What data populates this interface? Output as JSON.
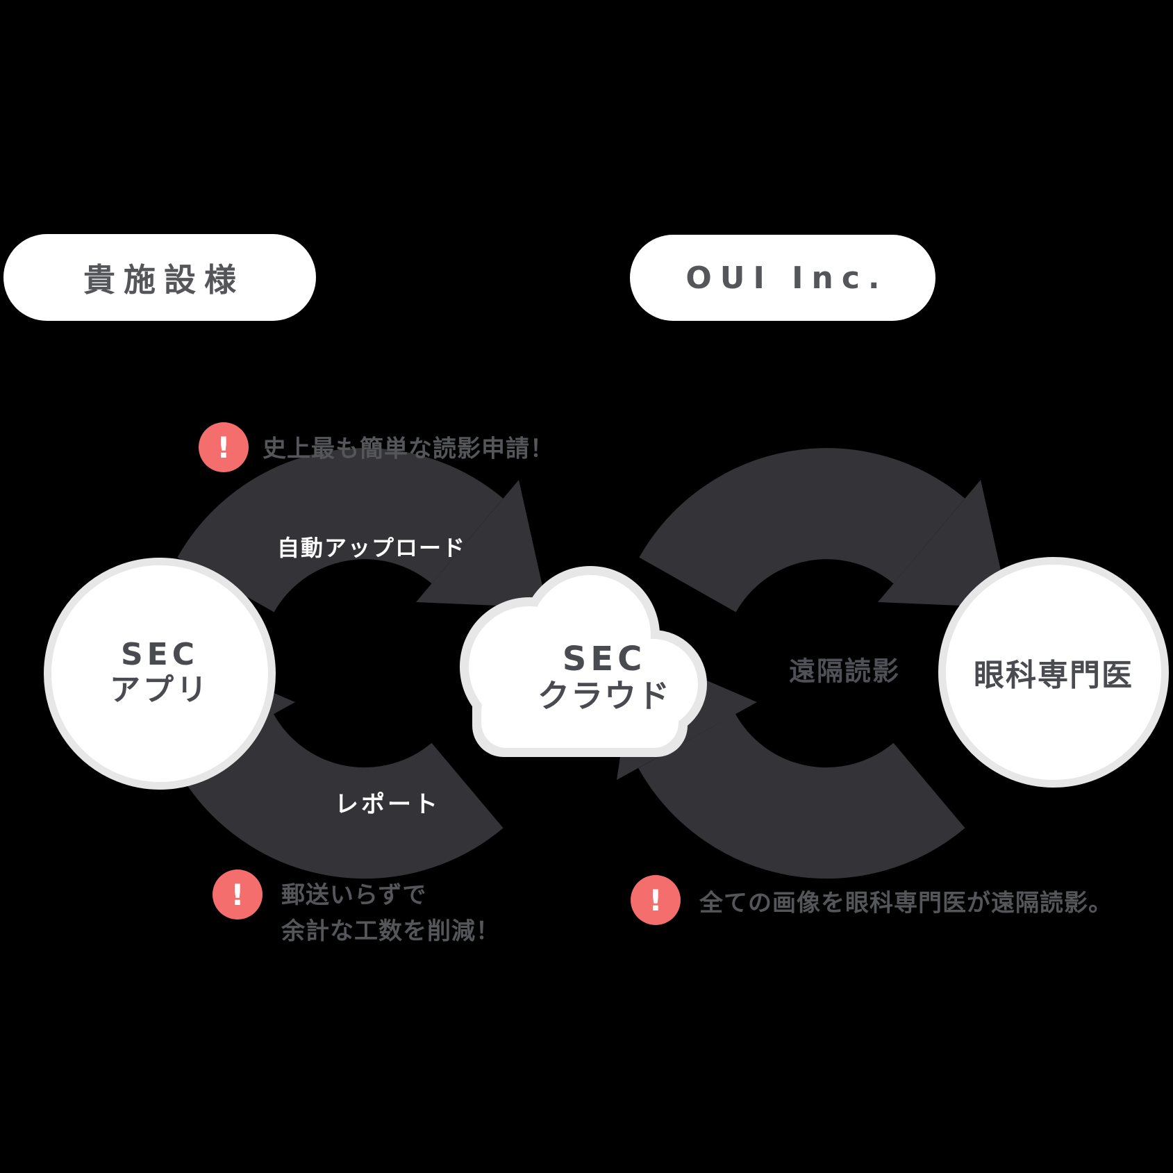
{
  "colors": {
    "background": "#000000",
    "arrow": "#333338",
    "node_fill": "#ffffff",
    "node_border": "#e7e7e7",
    "text_dark": "#55565a",
    "text_on_node": "#4a4b50",
    "label_on_arrow": "#ffffff",
    "accent": "#f56e6e",
    "accent_text": "#ffffff"
  },
  "pills": {
    "facility": {
      "label": "貴施設様"
    },
    "company": {
      "label": "OUI Inc."
    }
  },
  "nodes": {
    "app": {
      "line1": "SEC",
      "line2": "アプリ"
    },
    "cloud": {
      "line1": "SEC",
      "line2": "クラウド"
    },
    "doctor": {
      "label": "眼科専門医"
    }
  },
  "flow_labels": {
    "upload": "自動アップロード",
    "report": "レポート",
    "remote_reading": "遠隔読影"
  },
  "annotations": {
    "request": {
      "icon": "!",
      "line1": "史上最も簡単な読影申請！"
    },
    "mailing": {
      "icon": "!",
      "line1": "郵送いらずで",
      "line2": "余計な工数を削減！"
    },
    "reading": {
      "icon": "!",
      "line1": "全ての画像を眼科専門医が遠隔読影。"
    }
  }
}
